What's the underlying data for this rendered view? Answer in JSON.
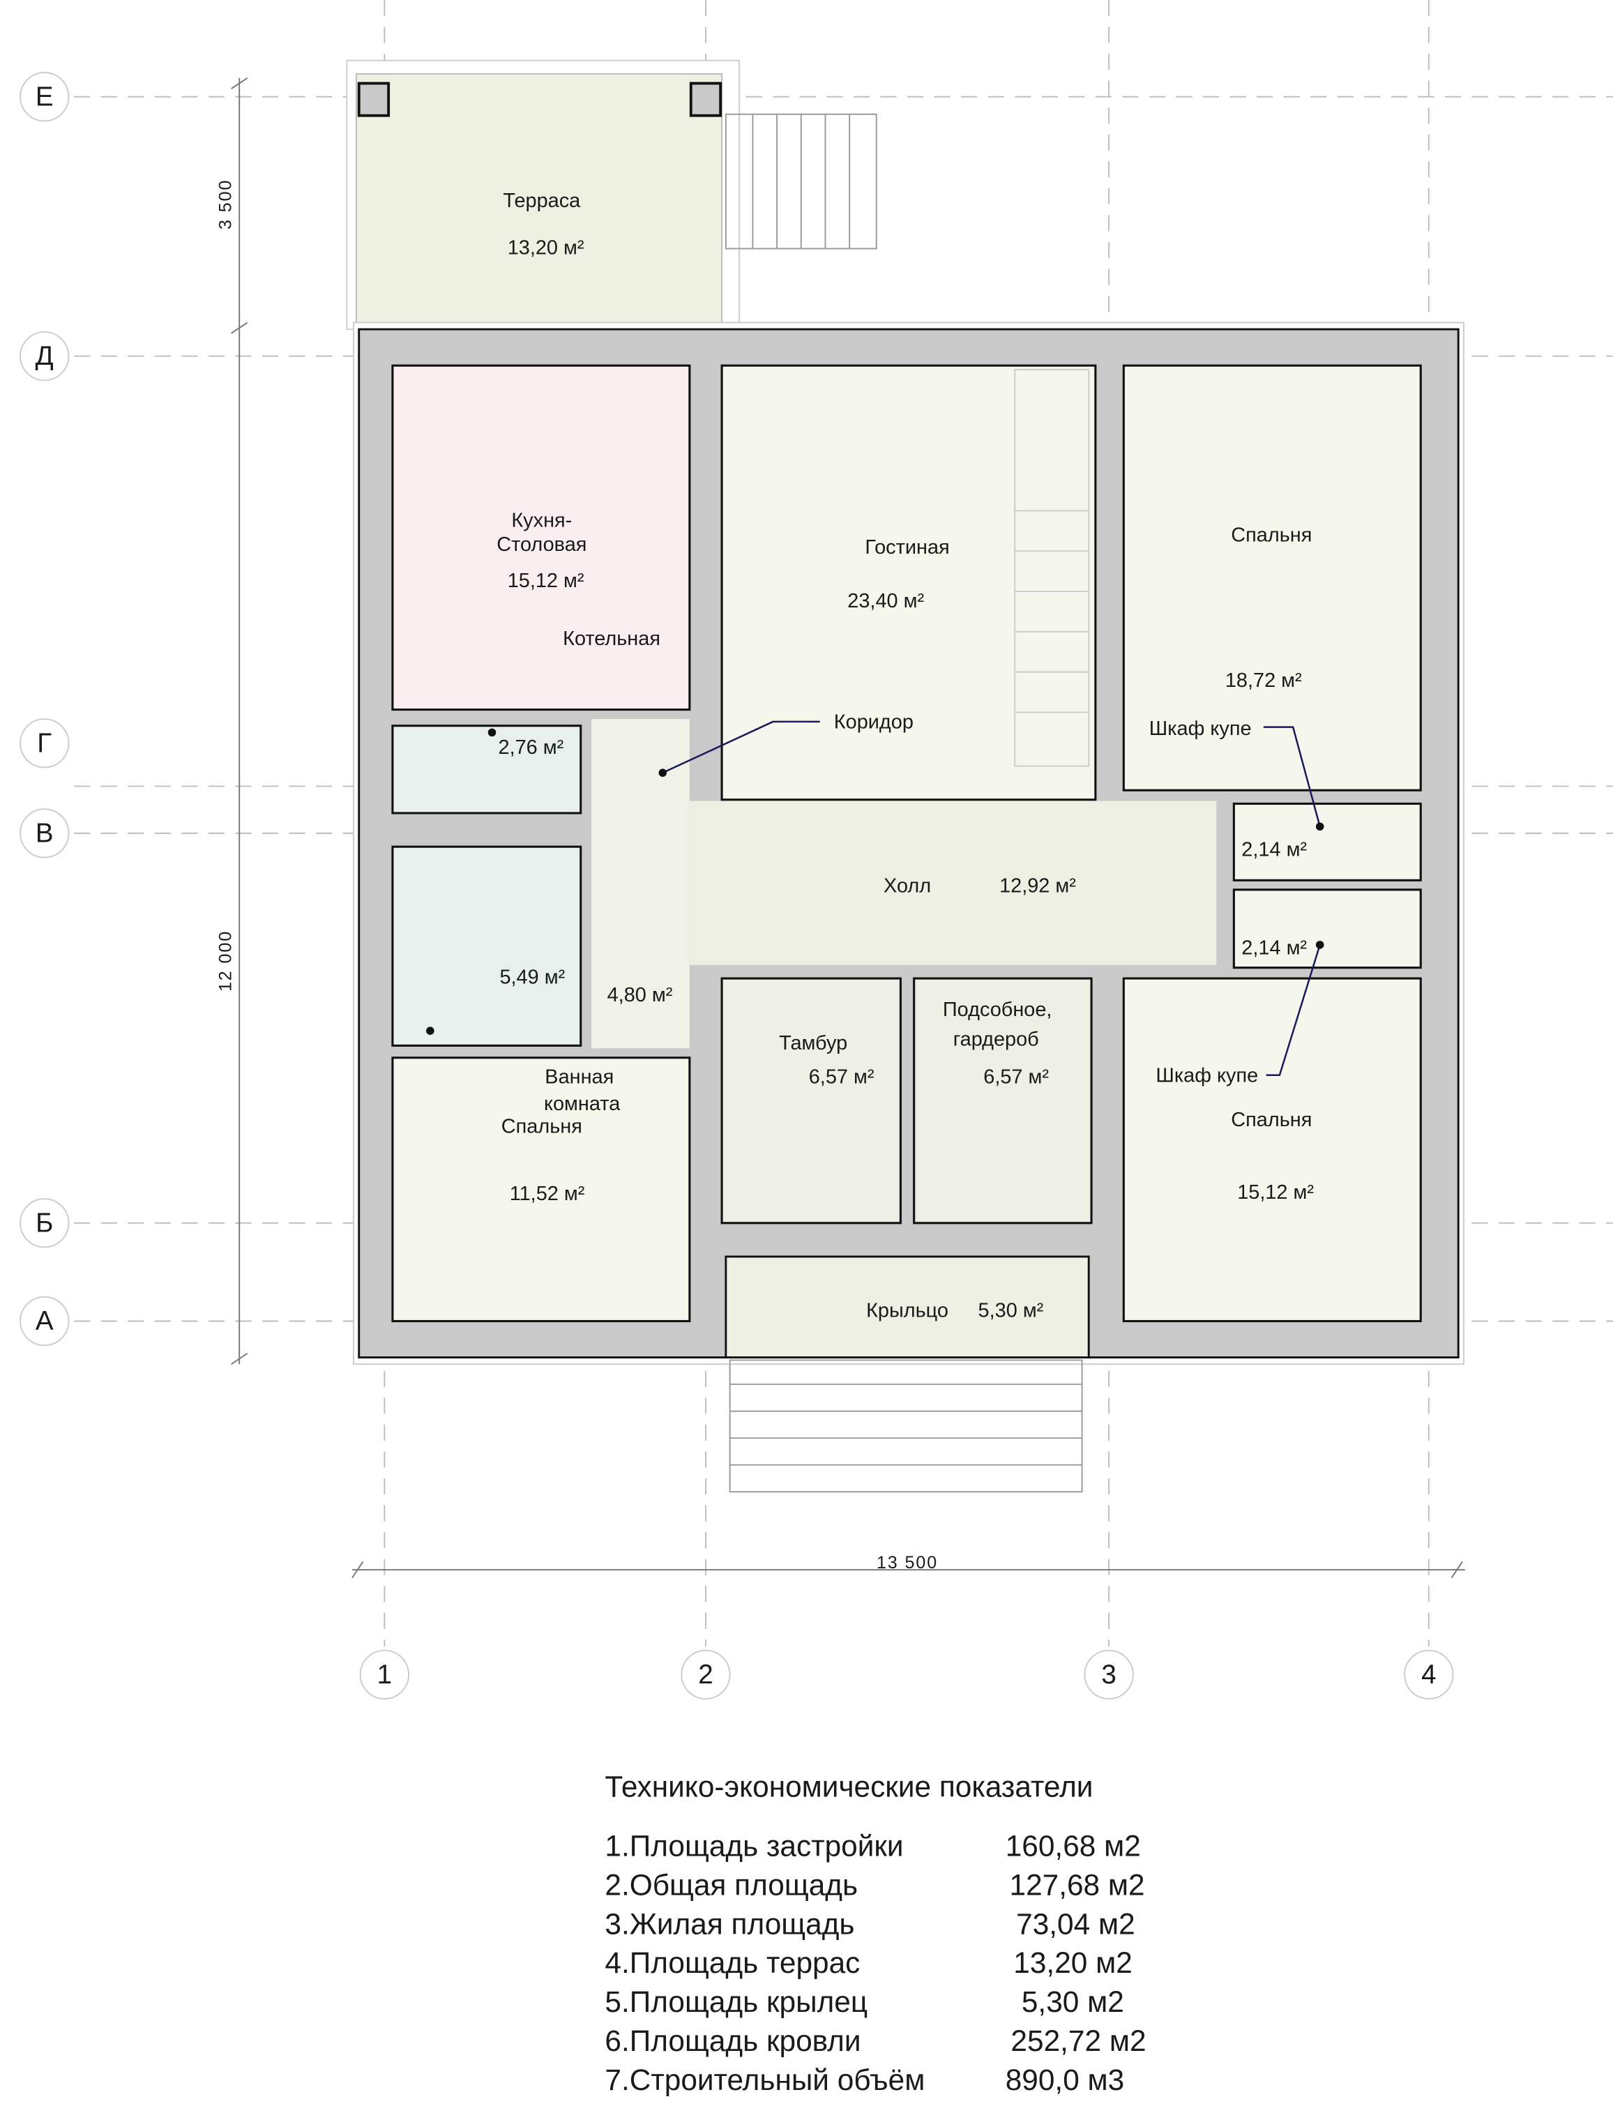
{
  "axes": {
    "rows": [
      "Е",
      "Д",
      "Г",
      "В",
      "Б",
      "А"
    ],
    "cols": [
      "1",
      "2",
      "3",
      "4"
    ]
  },
  "dimensions": {
    "terrace_depth": "3 500",
    "house_depth": "12 000",
    "house_width": "13 500"
  },
  "rooms": {
    "terrace": {
      "name": "Терраса",
      "area": "13,20 м²"
    },
    "kitchen": {
      "name1": "Кухня-",
      "name2": "Столовая",
      "area": "15,12 м²"
    },
    "living": {
      "name": "Гостиная",
      "area": "23,40 м²"
    },
    "bedroom_tr": {
      "name": "Спальня",
      "area": "18,72 м²"
    },
    "boiler": {
      "name": "Котельная",
      "area": "2,76 м²"
    },
    "corridor": {
      "name": "Коридор",
      "area": "4,80 м²"
    },
    "closet1": {
      "name": "Шкаф купе",
      "area": "2,14 м²"
    },
    "closet2": {
      "name": "Шкаф купе",
      "area": "2,14 м²"
    },
    "hall": {
      "name": "Холл",
      "area": "12,92 м²"
    },
    "bath": {
      "name1": "Ванная",
      "name2": "комната",
      "area": "5,49 м²"
    },
    "tambur": {
      "name": "Тамбур",
      "area": "6,57 м²"
    },
    "utility": {
      "name1": "Подсобное,",
      "name2": "гардероб",
      "area": "6,57 м²"
    },
    "bedroom_bl": {
      "name": "Спальня",
      "area": "11,52 м²"
    },
    "bedroom_br": {
      "name": "Спальня",
      "area": "15,12 м²"
    },
    "porch": {
      "name": "Крыльцо",
      "area": "5,30 м²"
    }
  },
  "table": {
    "title": "Технико-экономические показатели",
    "rows": [
      {
        "label": "1.Площадь застройки",
        "value": "160,68 м2"
      },
      {
        "label": "2.Общая площадь",
        "value": "127,68 м2"
      },
      {
        "label": "3.Жилая площадь",
        "value": "73,04 м2"
      },
      {
        "label": "4.Площадь террас",
        "value": "13,20 м2"
      },
      {
        "label": "5.Площадь крылец",
        "value": "5,30 м2"
      },
      {
        "label": "6.Площадь кровли",
        "value": "252,72 м2"
      },
      {
        "label": "7.Строительный объём",
        "value": "890,0 м3"
      }
    ]
  },
  "colors": {
    "wall": "#c9c9c9",
    "kitchen": "#fbeef1",
    "wet": "#e7f0ec",
    "room": "#f6f7ec",
    "hall": "#eeefe3"
  }
}
